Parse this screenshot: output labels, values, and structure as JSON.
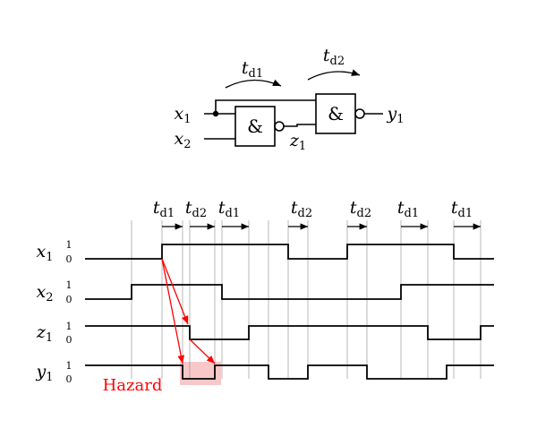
{
  "gates": {
    "gate1": {
      "symbol": "&",
      "inverted": true
    },
    "gate2": {
      "symbol": "&",
      "inverted": true
    }
  },
  "signals": {
    "x1": {
      "base": "x",
      "sub": "1"
    },
    "x2": {
      "base": "x",
      "sub": "2"
    },
    "z1": {
      "base": "z",
      "sub": "1"
    },
    "y1": {
      "base": "y",
      "sub": "1"
    }
  },
  "delays": {
    "td1": {
      "base": "t",
      "sub": "d1"
    },
    "td2": {
      "base": "t",
      "sub": "d2"
    }
  },
  "levels": {
    "high": "1",
    "low": "0"
  },
  "hazard": {
    "label": "Hazard",
    "color": "#ff0000",
    "fill": "#f8c8c8"
  },
  "timing": {
    "x1": [
      0,
      1,
      1,
      1,
      0,
      1,
      1,
      0
    ],
    "x2": [
      0,
      1,
      1,
      0,
      0,
      0,
      1,
      1
    ],
    "z1": [
      1,
      1,
      0,
      1,
      1,
      1,
      0,
      1
    ],
    "y1": [
      1,
      1,
      0,
      1,
      0,
      1,
      0,
      1
    ],
    "delay_labels": [
      "td1",
      "td2",
      "td1",
      "td2",
      "td2",
      "td1",
      "td1"
    ]
  }
}
